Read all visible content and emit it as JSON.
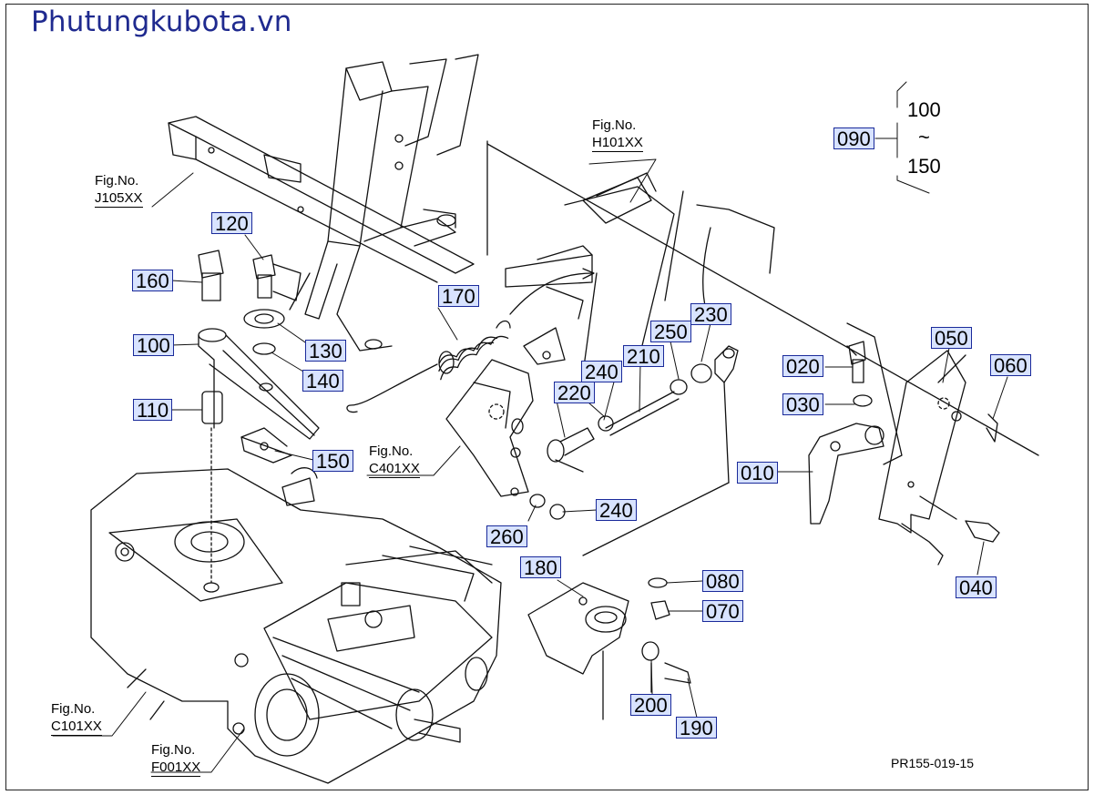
{
  "site_title": "Phutungkubota.vn",
  "drawing_id": "PR155-019-15",
  "range_label": {
    "from": "100",
    "tilde": "~",
    "to": "150"
  },
  "figure_refs": [
    {
      "prefix": "Fig.No.",
      "code": "J105XX"
    },
    {
      "prefix": "Fig.No.",
      "code": "H101XX"
    },
    {
      "prefix": "Fig.No.",
      "code": "C401XX"
    },
    {
      "prefix": "Fig.No.",
      "code": "C101XX"
    },
    {
      "prefix": "Fig.No.",
      "code": "F001XX"
    }
  ],
  "parts": [
    "010",
    "020",
    "030",
    "040",
    "050",
    "060",
    "070",
    "080",
    "090",
    "100",
    "110",
    "120",
    "130",
    "140",
    "150",
    "160",
    "170",
    "180",
    "190",
    "200",
    "210",
    "220",
    "230",
    "240",
    "240",
    "250",
    "260"
  ],
  "colors": {
    "callout_fill": "#d8e3ff",
    "callout_border": "#1a2a9a",
    "title": "#1f2a8f",
    "line": "#111111"
  }
}
